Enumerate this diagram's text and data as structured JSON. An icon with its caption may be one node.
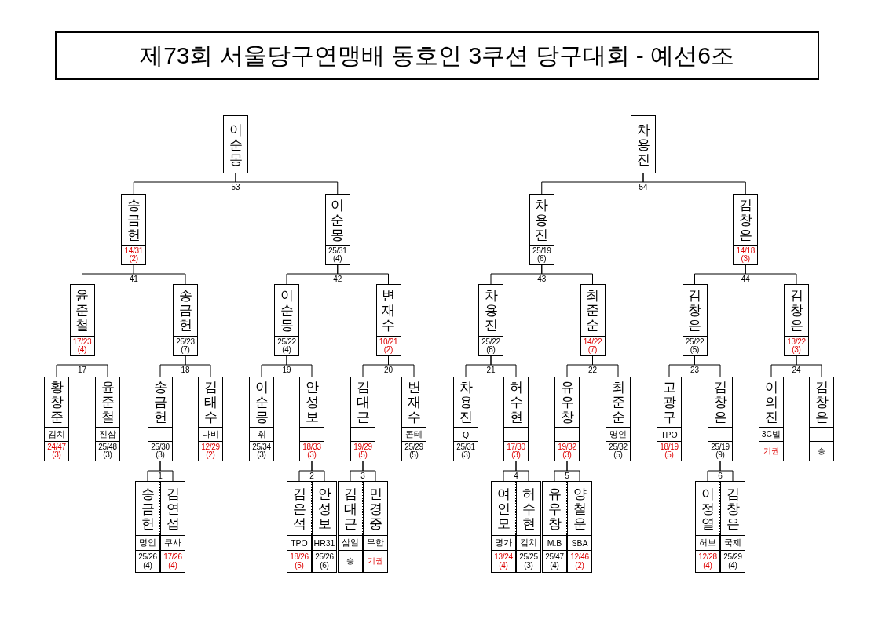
{
  "diagram": {
    "title": "제73회 서울당구연맹배 동호인 3쿠션 당구대회 - 예선6조",
    "nodes": [
      {
        "text": [
          "이순몽"
        ]
      },
      {
        "text": [
          "차용진"
        ]
      },
      {
        "text": [
          "송금헌",
          "14/31 (2)"
        ]
      },
      {
        "text": [
          "이순몽",
          "25/31 (4)"
        ]
      },
      {
        "text": [
          "차용진",
          "25/19 (6)"
        ]
      },
      {
        "text": [
          "김창은",
          "14/18 (3)"
        ]
      },
      {
        "text": [
          "윤준철",
          "17/23 (4)"
        ]
      },
      {
        "text": [
          "송금헌",
          "25/23 (7)"
        ]
      },
      {
        "text": [
          "이순몽",
          "25/22 (4)"
        ]
      },
      {
        "text": [
          "변재수",
          "10/21 (2)"
        ]
      },
      {
        "text": [
          "차용진",
          "25/22 (8)"
        ]
      },
      {
        "text": [
          "최준순",
          "14/22 (7)"
        ]
      },
      {
        "text": [
          "김창은",
          "25/22 (5)"
        ]
      },
      {
        "text": [
          "김창은",
          "13/22 (3)"
        ]
      },
      {
        "text": [
          "황창준",
          "김치",
          "24/47 (3)"
        ]
      },
      {
        "text": [
          "윤준철",
          "진삼",
          "25/48 (3)"
        ]
      },
      {
        "text": [
          "송금헌",
          "25/30 (3)"
        ]
      },
      {
        "text": [
          "김태수",
          "나비",
          "12/29 (2)"
        ]
      },
      {
        "text": [
          "이순몽",
          "휘",
          "25/34 (3)"
        ]
      },
      {
        "text": [
          "안성보",
          "18/33 (3)"
        ]
      },
      {
        "text": [
          "김대근",
          "19/29 (5)"
        ]
      },
      {
        "text": [
          "변재수",
          "콘테",
          "25/29 (5)"
        ]
      },
      {
        "text": [
          "차용진",
          "Q",
          "25/31 (3)"
        ]
      },
      {
        "text": [
          "허수현",
          "17/30 (3)"
        ]
      },
      {
        "text": [
          "유우창",
          "19/32 (3)"
        ]
      },
      {
        "text": [
          "최준순",
          "명인",
          "25/32 (5)"
        ]
      },
      {
        "text": [
          "고광구",
          "TPO",
          "18/19 (5)"
        ]
      },
      {
        "text": [
          "김창은",
          "25/19 (9)"
        ]
      },
      {
        "text": [
          "이의진",
          "3C빌",
          "기권"
        ]
      },
      {
        "text": [
          "김창은",
          "승"
        ]
      },
      {
        "text": [
          "송금헌",
          "명인",
          "25/26 (4)"
        ]
      },
      {
        "text": [
          "김연섭",
          "쿠사",
          "17/26 (4)"
        ]
      },
      {
        "text": [
          "김은석",
          "TPO",
          "18/26 (5)"
        ]
      },
      {
        "text": [
          "안성보",
          "HR31",
          "25/26 (6)"
        ]
      },
      {
        "text": [
          "김대근",
          "삼일",
          "승"
        ]
      },
      {
        "text": [
          "민경중",
          "무한",
          "기권"
        ]
      },
      {
        "text": [
          "여인모",
          "명가",
          "13/24 (4)"
        ]
      },
      {
        "text": [
          "허수현",
          "김치",
          "25/25 (3)"
        ]
      },
      {
        "text": [
          "유우창",
          "M.B",
          "25/47 (4)"
        ]
      },
      {
        "text": [
          "양철운",
          "SBA",
          "12/46 (2)"
        ]
      },
      {
        "text": [
          "이정열",
          "허브",
          "12/28 (4)"
        ]
      },
      {
        "text": [
          "김창은",
          "국제",
          "25/29 (4)"
        ]
      }
    ],
    "edges": [
      {
        "from": 2,
        "to": 0,
        "arrow": "none",
        "label": "53"
      },
      {
        "from": 3,
        "to": 0,
        "arrow": "none"
      },
      {
        "from": 4,
        "to": 1,
        "arrow": "none",
        "label": "54"
      },
      {
        "from": 5,
        "to": 1,
        "arrow": "none"
      },
      {
        "from": 6,
        "to": 2,
        "arrow": "none",
        "label": "41"
      },
      {
        "from": 7,
        "to": 2,
        "arrow": "none"
      },
      {
        "from": 8,
        "to": 3,
        "arrow": "none",
        "label": "42"
      },
      {
        "from": 9,
        "to": 3,
        "arrow": "none"
      },
      {
        "from": 10,
        "to": 4,
        "arrow": "none",
        "label": "43"
      },
      {
        "from": 11,
        "to": 4,
        "arrow": "none"
      },
      {
        "from": 12,
        "to": 5,
        "arrow": "none",
        "label": "44"
      },
      {
        "from": 13,
        "to": 5,
        "arrow": "none"
      },
      {
        "from": 14,
        "to": 6,
        "arrow": "none",
        "label": "17"
      },
      {
        "from": 15,
        "to": 6,
        "arrow": "none"
      },
      {
        "from": 16,
        "to": 7,
        "arrow": "none",
        "label": "18"
      },
      {
        "from": 17,
        "to": 7,
        "arrow": "none"
      },
      {
        "from": 18,
        "to": 8,
        "arrow": "none",
        "label": "19"
      },
      {
        "from": 19,
        "to": 8,
        "arrow": "none"
      },
      {
        "from": 20,
        "to": 9,
        "arrow": "none",
        "label": "20"
      },
      {
        "from": 21,
        "to": 9,
        "arrow": "none"
      },
      {
        "from": 22,
        "to": 10,
        "arrow": "none",
        "label": "21"
      },
      {
        "from": 23,
        "to": 10,
        "arrow": "none"
      },
      {
        "from": 24,
        "to": 11,
        "arrow": "none",
        "label": "22"
      },
      {
        "from": 25,
        "to": 11,
        "arrow": "none"
      },
      {
        "from": 26,
        "to": 12,
        "arrow": "none",
        "label": "23"
      },
      {
        "from": 27,
        "to": 12,
        "arrow": "none"
      },
      {
        "from": 28,
        "to": 13,
        "arrow": "none",
        "label": "24"
      },
      {
        "from": 29,
        "to": 13,
        "arrow": "none"
      },
      {
        "from": 30,
        "to": 16,
        "arrow": "none",
        "label": "1"
      },
      {
        "from": 31,
        "to": 16,
        "arrow": "none"
      },
      {
        "from": 32,
        "to": 19,
        "arrow": "none",
        "label": "2"
      },
      {
        "from": 33,
        "to": 19,
        "arrow": "none"
      },
      {
        "from": 34,
        "to": 20,
        "arrow": "none",
        "label": "3"
      },
      {
        "from": 35,
        "to": 20,
        "arrow": "none"
      },
      {
        "from": 36,
        "to": 23,
        "arrow": "none",
        "label": "4"
      },
      {
        "from": 37,
        "to": 23,
        "arrow": "none"
      },
      {
        "from": 38,
        "to": 24,
        "arrow": "none",
        "label": "5"
      },
      {
        "from": 39,
        "to": 24,
        "arrow": "none"
      },
      {
        "from": 40,
        "to": 27,
        "arrow": "none",
        "label": "6"
      },
      {
        "from": 41,
        "to": 27,
        "arrow": "none"
      }
    ]
  }
}
